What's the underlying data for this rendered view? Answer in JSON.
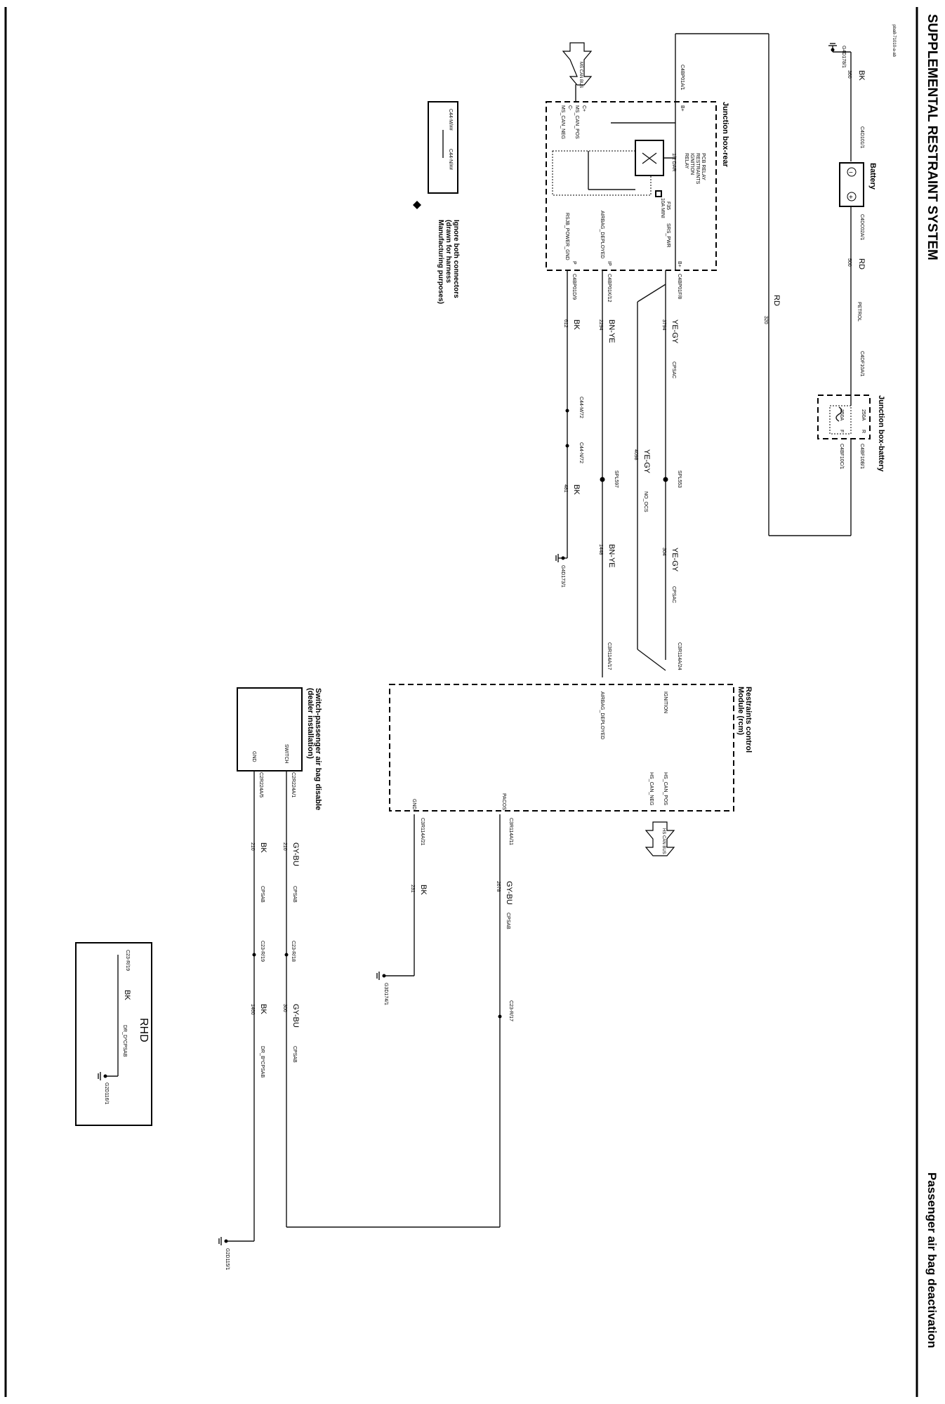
{
  "page": {
    "title": "SUPPLEMENTAL RESTRAINT SYSTEM",
    "subtitle": "Passenger air bag deactivation",
    "doc_code": "pba8-71010-a-ab"
  },
  "components": {
    "battery": "Battery",
    "jb_battery": "Junction box-battery",
    "jb_rear": "Junction box-rear",
    "relay": [
      "PCB RELAY",
      "RESTRAINTS",
      "IGNITION",
      "RELAY"
    ],
    "relay_code": "1/2 DAR",
    "fuse": [
      "F35",
      "10A MINI"
    ],
    "rcm": [
      "Restraints control",
      "Module (rcm)"
    ],
    "switch": [
      "Switch-passenger air bag disable",
      "(dealer installation)"
    ],
    "rhd": "RHD",
    "note": [
      "Ignore both connectors",
      "(drawn for harness",
      "Manufacturing purposes)"
    ],
    "fuse_250a": [
      "250A",
      "250A"
    ],
    "ms_can": "MS CAN BUS",
    "hs_can": "HS CAN BUS"
  },
  "pins": {
    "jb_rear": [
      "B+",
      "B+",
      "SRS_PWR",
      "IP",
      "AIRBAG_DEPLOYED",
      "P",
      "RSJB_POWER_GND",
      "C+",
      "MS_CAN_POS",
      "C-",
      "MS_CAN_NEG"
    ],
    "rcm": [
      "IGNITION",
      "AIRBAG_DEPLOYED",
      "HS_CAN_POS",
      "HS_CAN_NEG",
      "PACOS",
      "GND"
    ],
    "switch": [
      "SWITCH",
      "GND"
    ],
    "jb_batt": [
      "R",
      "F"
    ]
  },
  "connectors": {
    "g4d178": "G4D178/1",
    "c4d101": "C4D101/1",
    "c4dc02": "C4DC02A/1",
    "c4df10a": "C4DF10A/1",
    "c4bf10b": "C4BF10B/1",
    "c4bf10c": "C4BF10C/1",
    "c4bp01a": "C4BP01A/1",
    "c4bp01f": "C4BP01F/8",
    "c4bp01k": "C4BP01K/12",
    "c4bp01d": "C4BP01D/9",
    "c44m72": "C44-M/72",
    "c44n72": "C44-N/72",
    "g4d173": "G4D173/1",
    "c3r114a24": "C3R114A/24",
    "c3r114a17": "C3R114A/17",
    "c3r114a11": "C3R114A/11",
    "c3r114a21": "C3R114A/21",
    "g3d174": "G3D174/1",
    "c23r17": "C23-R/17",
    "c23r18": "C23-R/18",
    "c23r19": "C23-R/19",
    "c2r224a1": "C2R224A/1",
    "c2r224a5": "C2R224A/5",
    "g2d115": "G2D115/1",
    "g2d116": "G2D116/1",
    "c23r19b": "C23-R/19",
    "c44m_all": "C44-M/##",
    "c44n_all": "C44-N/##",
    "spl553": "SPL553",
    "spl597": "SPL597"
  },
  "wires": {
    "w360": {
      "color": "BK",
      "num": "360"
    },
    "w500": {
      "color": "RD",
      "num": "500",
      "circuit": "PETROL"
    },
    "w320": {
      "color": "RD",
      "num": "320"
    },
    "w3794": {
      "color": "YE-GY",
      "num": "3794",
      "circuit": "CPSAC"
    },
    "w4098": {
      "color": "YE-GY",
      "num": "4098",
      "circuit": "NO_OCS"
    },
    "w304": {
      "color": "YE-GY",
      "num": "304",
      "circuit": "CPSAC"
    },
    "w2294": {
      "color": "BN-YE",
      "num": "2294"
    },
    "w1448": {
      "color": "BN-YE",
      "num": "1448"
    },
    "w612": {
      "color": "BK",
      "num": "612"
    },
    "w481": {
      "color": "BK",
      "num": "481"
    },
    "w2678": {
      "color": "GY-BU",
      "num": "2678",
      "circuit": "CPSAB"
    },
    "w231": {
      "color": "BK",
      "num": "231"
    },
    "w210a": {
      "color": "GY-BU",
      "num": "210",
      "circuit": "CPSAB"
    },
    "w210b": {
      "color": "BK",
      "num": "210",
      "circuit": "CPSAB"
    },
    "w300": {
      "color": "GY-BU",
      "num": "300",
      "circuit": "CPSAB"
    },
    "w1460": {
      "color": "BK",
      "num": "1460",
      "circuit": "DR_B*CPSAB"
    },
    "w_rhd": {
      "color": "BK",
      "circuit": "DR_D*CPSAB"
    }
  }
}
